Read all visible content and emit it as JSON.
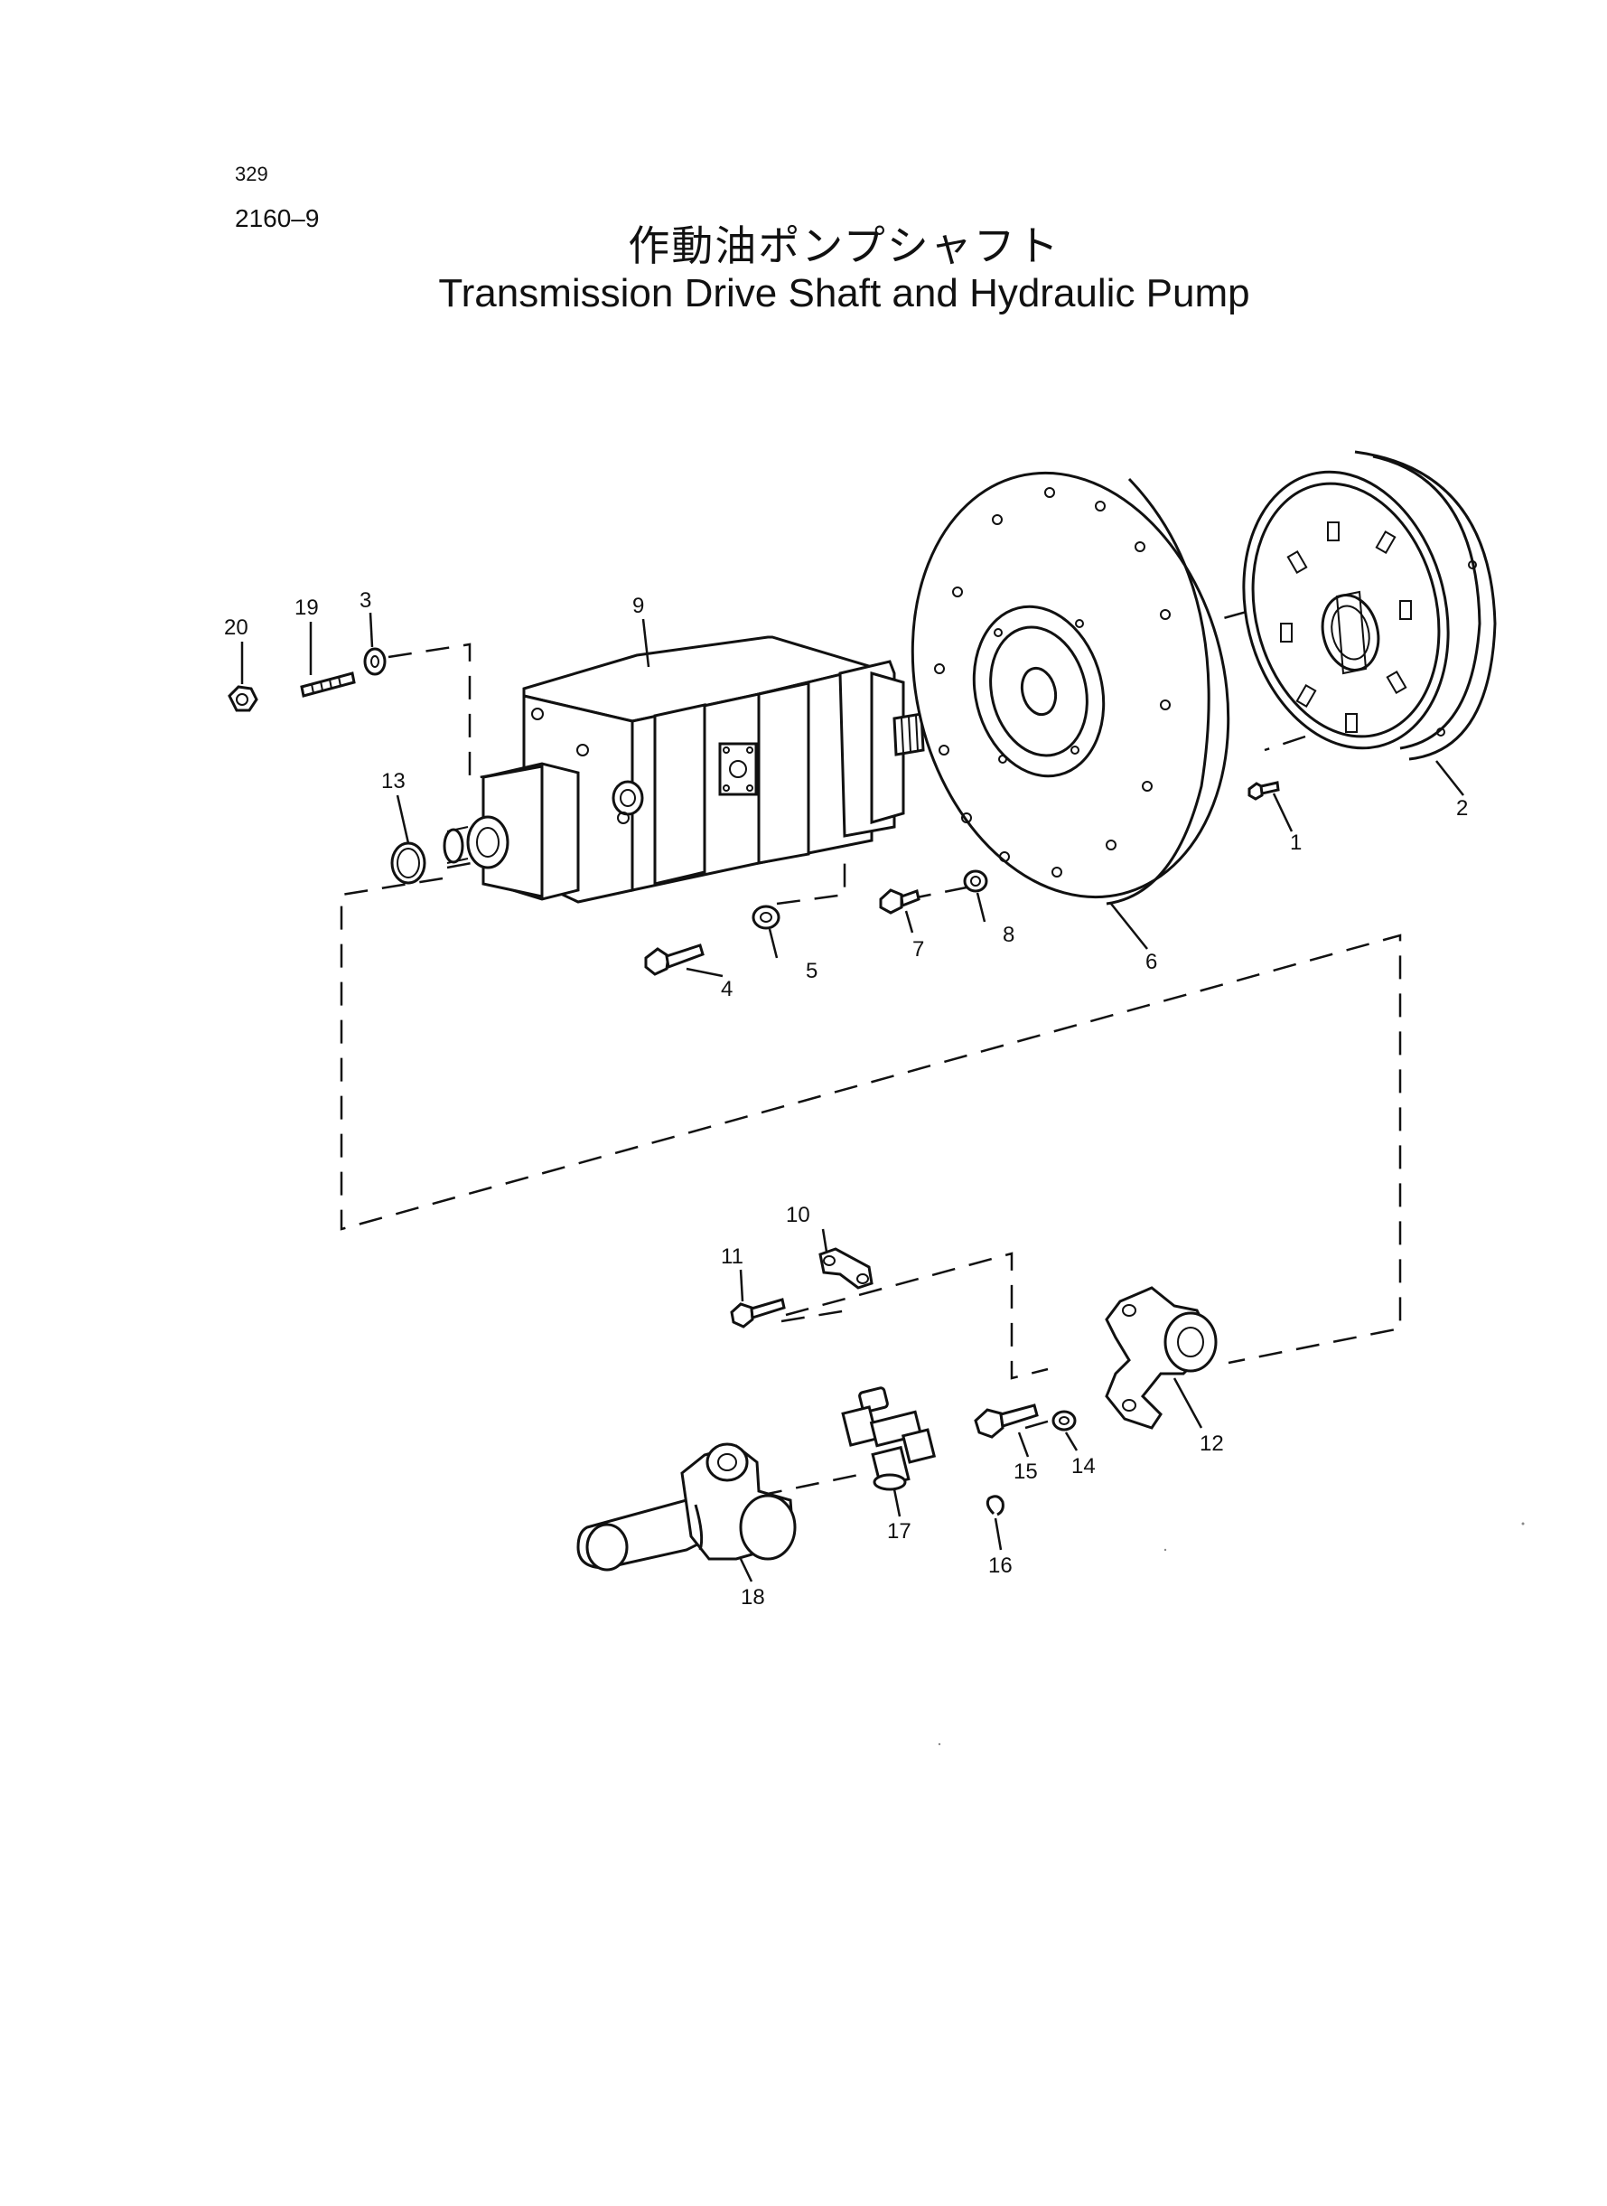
{
  "header": {
    "page_number": "329",
    "figure_number": "2160–9",
    "title_jp": "作動油ポンプシャフト",
    "title_en": "Transmission Drive Shaft and Hydraulic Pump"
  },
  "callouts": [
    "1",
    "2",
    "3",
    "4",
    "5",
    "6",
    "7",
    "8",
    "9",
    "10",
    "11",
    "12",
    "13",
    "14",
    "15",
    "16",
    "17",
    "18",
    "19",
    "20"
  ]
}
